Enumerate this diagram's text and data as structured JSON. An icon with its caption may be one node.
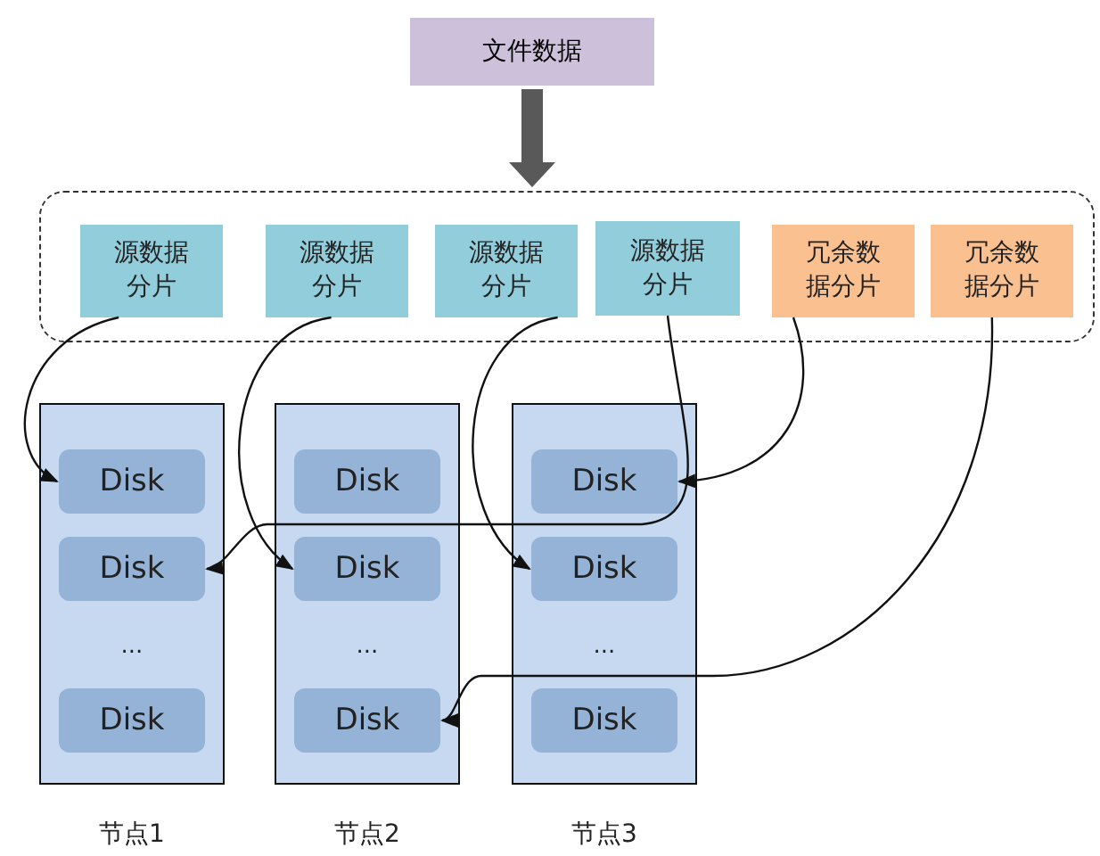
{
  "diagram": {
    "nodes": [
      {
        "text": [
          "文件数据"
        ]
      },
      {
        "text": [],
        "shape": "box"
      },
      {
        "text": [
          "源数据分片"
        ],
        "in": 1
      },
      {
        "text": [
          "源数据分片"
        ],
        "in": 1
      },
      {
        "text": [
          "源数据分片"
        ],
        "in": 1
      },
      {
        "text": [
          "源数据分片"
        ],
        "in": 1
      },
      {
        "text": [
          "冗余数据分片"
        ],
        "in": 1
      },
      {
        "text": [
          "冗余数据分片"
        ],
        "in": 1
      },
      {
        "text": [
          "..."
        ],
        "beside": [
          "节点1"
        ]
      },
      {
        "text": [
          "Disk"
        ],
        "in": 8
      },
      {
        "text": [
          "Disk"
        ],
        "in": 8
      },
      {
        "text": [
          "Disk"
        ],
        "in": 8
      },
      {
        "text": [
          "..."
        ],
        "beside": [
          "节点2"
        ]
      },
      {
        "text": [
          "Disk"
        ],
        "in": 12
      },
      {
        "text": [
          "Disk"
        ],
        "in": 12
      },
      {
        "text": [
          "Disk"
        ],
        "in": 12
      },
      {
        "text": [
          "..."
        ],
        "beside": [
          "节点3"
        ]
      },
      {
        "text": [
          "Disk"
        ],
        "in": 16
      },
      {
        "text": [
          "Disk"
        ],
        "in": 16
      },
      {
        "text": [
          "Disk"
        ],
        "in": 16
      }
    ],
    "edges": [
      {
        "from": 0,
        "to": 1,
        "arrow": "to",
        "style": "thick",
        "color": "#595959"
      },
      {
        "from": 2,
        "to": 9,
        "arrow": "to"
      },
      {
        "from": 3,
        "to": 14,
        "arrow": "to"
      },
      {
        "from": 4,
        "to": 18,
        "arrow": "to"
      },
      {
        "from": 5,
        "to": 10,
        "arrow": "to"
      },
      {
        "from": 6,
        "to": 17,
        "arrow": "to"
      },
      {
        "from": 7,
        "to": 15,
        "arrow": "to"
      }
    ]
  }
}
